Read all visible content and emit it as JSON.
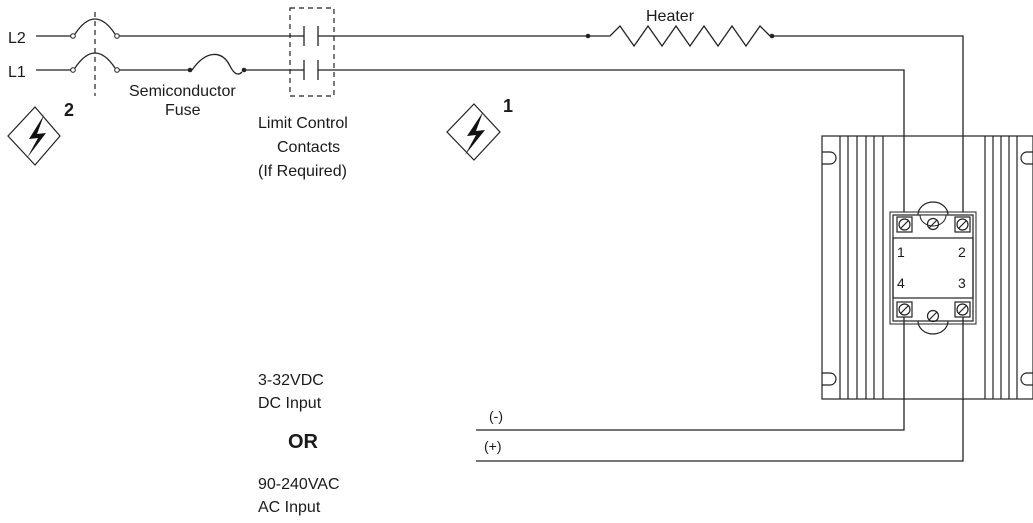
{
  "lines": {
    "l2": "L2",
    "l1": "L1"
  },
  "fuse": {
    "line1": "Semiconductor",
    "line2": "Fuse"
  },
  "limit_control": {
    "line1": "Limit Control",
    "line2": "Contacts",
    "line3": "(If Required)"
  },
  "heater": {
    "label": "Heater"
  },
  "warnings": {
    "w1": "1",
    "w2": "2"
  },
  "ssr": {
    "t1": "1",
    "t2": "2",
    "t3": "3",
    "t4": "4"
  },
  "inputs": {
    "dc_voltage": "3-32VDC",
    "dc_label": "DC Input",
    "or_label": "OR",
    "ac_voltage": "90-240VAC",
    "ac_label": "AC Input",
    "neg": "(-)",
    "pos": "(+)"
  }
}
